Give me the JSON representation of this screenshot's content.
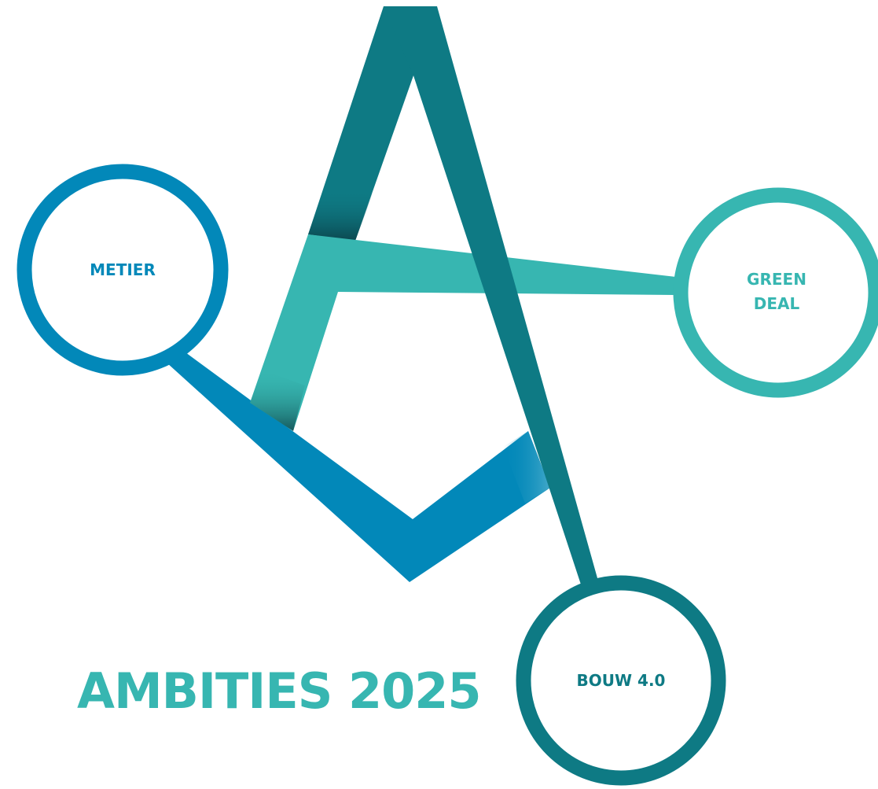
{
  "title": "AMBITIES 2025",
  "nodes": {
    "metier": {
      "label": "METIER"
    },
    "green_deal": {
      "label_line1": "GREEN",
      "label_line2": "DEAL"
    },
    "bouw": {
      "label": "BOUW 4.0"
    }
  },
  "colors": {
    "blue": "#0288b9",
    "teal_light": "#37b6b1",
    "teal_dark": "#0e7a84",
    "white": "#ffffff"
  }
}
